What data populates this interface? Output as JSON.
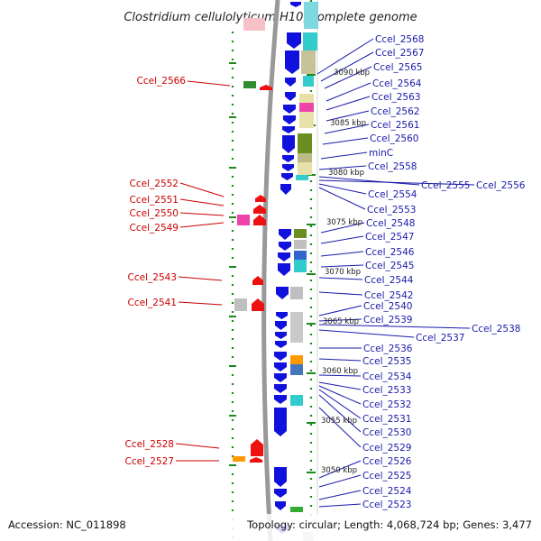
{
  "title": "Clostridium cellulolyticum H10, complete genome",
  "footer": {
    "accession": "Accession: NC_011898",
    "summary": "Topology: circular; Length: 4,068,724 bp; Genes: 3,477"
  },
  "colors": {
    "forward_gene": "#ee1111",
    "reverse_gene": "#1111dd",
    "forward_label": "#cc0000",
    "reverse_label": "#1a1aaa",
    "backbone": "#999999",
    "tick_dots": "#1a8a1a"
  },
  "position_ticks": [
    "3090 kbp",
    "3085 kbp",
    "3080 kbp",
    "3075 kbp",
    "3070 kbp",
    "3065 kbp",
    "3060 kbp",
    "3055 kbp",
    "3050 kbp"
  ],
  "left_labels": [
    "Ccel_2566",
    "Ccel_2552",
    "Ccel_2551",
    "Ccel_2550",
    "Ccel_2549",
    "Ccel_2543",
    "Ccel_2541",
    "Ccel_2528",
    "Ccel_2527"
  ],
  "right_labels": [
    "Ccel_2568",
    "Ccel_2567",
    "Ccel_2565",
    "Ccel_2564",
    "Ccel_2563",
    "Ccel_2562",
    "Ccel_2561",
    "Ccel_2560",
    "minC",
    "Ccel_2558",
    "Ccel_2555",
    "Ccel_2556",
    "Ccel_2554",
    "Ccel_2553",
    "Ccel_2548",
    "Ccel_2547",
    "Ccel_2546",
    "Ccel_2545",
    "Ccel_2544",
    "Ccel_2542",
    "Ccel_2540",
    "Ccel_2539",
    "Ccel_2538",
    "Ccel_2537",
    "Ccel_2536",
    "Ccel_2535",
    "Ccel_2534",
    "Ccel_2533",
    "Ccel_2532",
    "Ccel_2531",
    "Ccel_2530",
    "Ccel_2529",
    "Ccel_2526",
    "Ccel_2525",
    "Ccel_2524",
    "Ccel_2523"
  ]
}
